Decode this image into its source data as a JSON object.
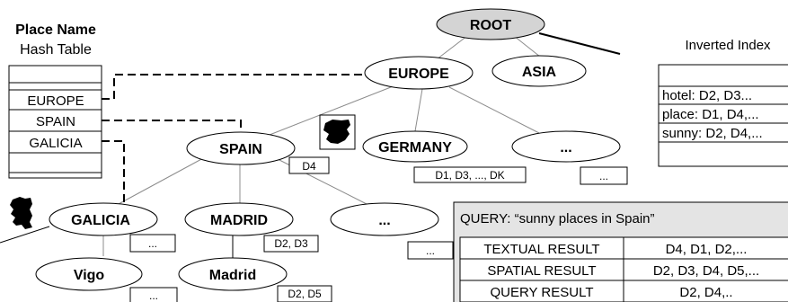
{
  "hash_table": {
    "title_line1": "Place Name",
    "title_line2": "Hash Table",
    "rows": [
      "",
      "",
      "EUROPE",
      "SPAIN",
      "GALICIA",
      "",
      ""
    ]
  },
  "inverted_index": {
    "title": "Inverted Index",
    "rows": [
      "",
      "hotel: D2, D3...",
      "place: D1, D4,...",
      "sunny: D2, D4,...",
      ""
    ]
  },
  "tree": {
    "root": "ROOT",
    "europe": "EUROPE",
    "asia": "ASIA",
    "spain": "SPAIN",
    "germany": "GERMANY",
    "europe_more": "...",
    "galicia": "GALICIA",
    "madrid_region": "MADRID",
    "spain_more": "...",
    "vigo": "Vigo",
    "madrid_city": "Madrid"
  },
  "doc_boxes": {
    "spain": "D4",
    "germany": "D1, D3, ..., DK",
    "europe_more": "...",
    "galicia": "...",
    "madrid_region": "D2, D3",
    "spain_more": "...",
    "vigo": "...",
    "madrid_city": "D2, D5"
  },
  "query": {
    "header": "QUERY: “sunny places in Spain”",
    "rows": [
      {
        "label": "TEXTUAL RESULT",
        "value": "D4, D1, D2,..."
      },
      {
        "label": "SPATIAL RESULT",
        "value": "D2, D3, D4, D5,..."
      },
      {
        "label": "QUERY RESULT",
        "value": "D2, D4,.."
      }
    ]
  },
  "icons": [
    "spain-map-icon",
    "galicia-map-icon"
  ],
  "colors": {
    "root_fill": "#d4d4d4",
    "query_fill": "#e4e4e4",
    "line": "#000000",
    "tree_edge": "#8c8c8c"
  }
}
